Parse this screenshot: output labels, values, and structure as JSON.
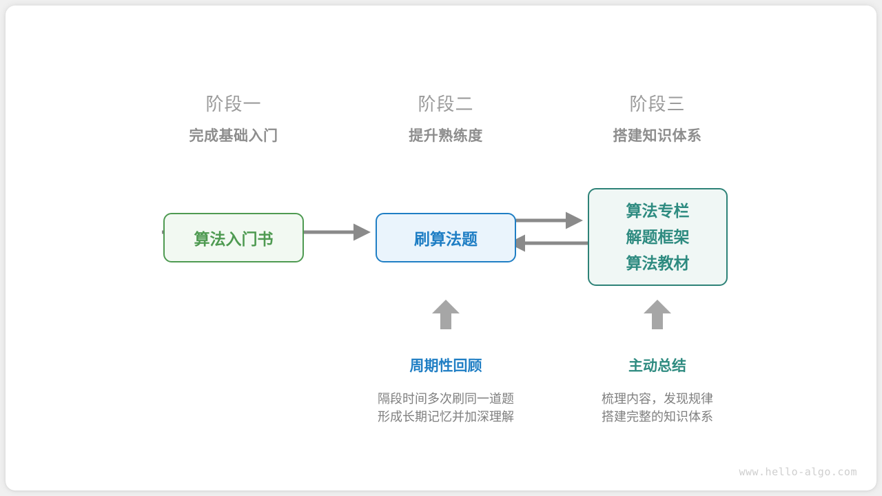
{
  "stages": [
    {
      "title": "阶段一",
      "subtitle": "完成基础入门"
    },
    {
      "title": "阶段二",
      "subtitle": "提升熟练度"
    },
    {
      "title": "阶段三",
      "subtitle": "搭建知识体系"
    }
  ],
  "nodes": {
    "book": {
      "label": "算法入门书",
      "color": "#4e9a51",
      "fill": "#f2f9f2"
    },
    "practice": {
      "label": "刷算法题",
      "color": "#1f7ec4",
      "fill": "#eaf4fc"
    },
    "system": {
      "lines": [
        "算法专栏",
        "解题框架",
        "算法教材"
      ],
      "color": "#2e8b80",
      "fill": "#f0f7f5"
    }
  },
  "arrows": {
    "color": "#8a8a8a",
    "book_to_practice": "→",
    "practice_to_system": "→",
    "system_to_practice": "←",
    "up_review": "↑",
    "up_summary": "↑"
  },
  "annotations": [
    {
      "title": "周期性回顾",
      "color": "#1f7ec4",
      "desc_lines": [
        "隔段时间多次刷同一道题",
        "形成长期记忆并加深理解"
      ]
    },
    {
      "title": "主动总结",
      "color": "#2e8b80",
      "desc_lines": [
        "梳理内容，发现规律",
        "搭建完整的知识体系"
      ]
    }
  ],
  "watermark": "www.hello-algo.com"
}
